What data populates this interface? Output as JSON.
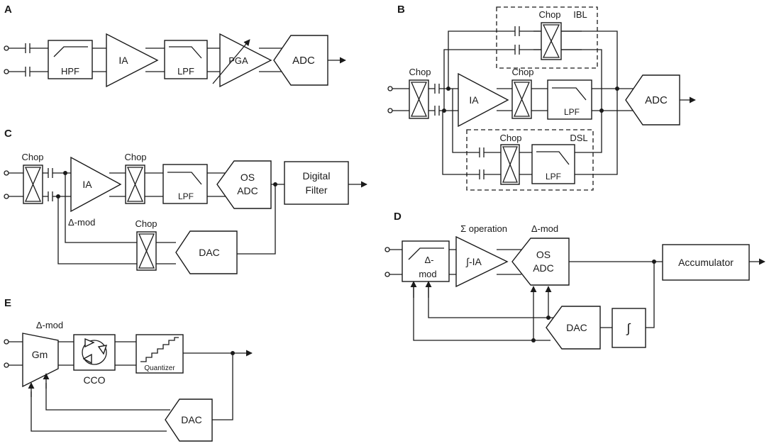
{
  "panels": {
    "a": {
      "label": "A",
      "hpf": "HPF",
      "ia": "IA",
      "lpf": "LPF",
      "pga": "PGA",
      "adc": "ADC"
    },
    "b": {
      "label": "B",
      "chop_in": "Chop",
      "chop_mid": "Chop",
      "chop_ibl": "Chop",
      "ibl": "IBL",
      "chop_dsl": "Chop",
      "dsl": "DSL",
      "ia": "IA",
      "lpf_main": "LPF",
      "lpf_dsl": "LPF",
      "adc": "ADC"
    },
    "c": {
      "label": "C",
      "chop_in": "Chop",
      "chop_mid": "Chop",
      "chop_fb": "Chop",
      "ia": "IA",
      "lpf": "LPF",
      "os_adc_1": "OS",
      "os_adc_2": "ADC",
      "digital_filter_1": "Digital",
      "digital_filter_2": "Filter",
      "dmod": "Δ-mod",
      "dac": "DAC"
    },
    "d": {
      "label": "D",
      "sigma_op": "Σ operation",
      "dmod_label": "Δ-mod",
      "dmod_block_1": "Δ-",
      "dmod_block_2": "mod",
      "int_ia": "∫-IA",
      "os_adc_1": "OS",
      "os_adc_2": "ADC",
      "accumulator": "Accumulator",
      "dac": "DAC",
      "integrator": "∫"
    },
    "e": {
      "label": "E",
      "dmod": "Δ-mod",
      "gm": "Gm",
      "cco": "CCO",
      "quantizer": "Quantizer",
      "dac": "DAC"
    }
  }
}
